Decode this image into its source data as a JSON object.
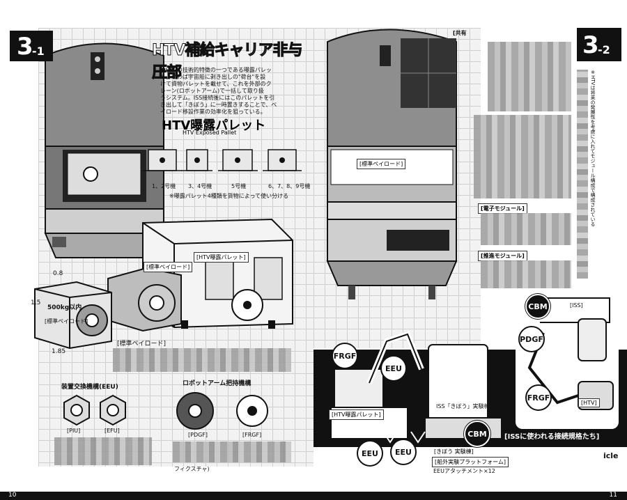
{
  "left_page": {
    "tab_number": "3",
    "tab_suffix": "-1",
    "heading": "HTV補給キャリア非与圧部",
    "intro_lines": [
      "■HTVの技術的特徴の一つである曝露パレッ",
      "ト。いわば宇宙船に剥き出しの\"荷台\"を設",
      "けて資物パレットを載せて、これを外部のク",
      "レーン(ロボットアーム)で一括して取り扱",
      "うシステム。ISS接続後にはこのパレットを引",
      "き出して「きぼう」に一時置きすることで、ベ",
      "イロード移設作業の効率化を狙っている。"
    ],
    "pallet_title": "HTV曝露パレット",
    "pallet_subtitle": "HTV Exposed Pallet",
    "pallet_variants": [
      "1、2号機",
      "3、4号機",
      "5号機",
      "6、7、8、9号機"
    ],
    "pallet_note": "※曝露パレット4種類を貨物によって使い分ける",
    "pallet_label": "[HTV曝露パレット]",
    "payload_label_small": "[標準ペイロード]",
    "payload_box_weight": "500kg以内",
    "payload_box_label": "[標準ペイロード]",
    "dim_top": "0.8",
    "dim_side": "1.5",
    "dim_bottom": "1.85",
    "std_payload_heading": "[標準ペイロード]",
    "eeu_heading": "装置交換機構(EEU)",
    "eeu_items": [
      "[PIU]",
      "[EFU]"
    ],
    "grapple_heading": "ロボットアーム把持機構",
    "grapple_items": [
      "[PDGF]",
      "[FRGF]"
    ],
    "fixture_caption": "フィクスチャ)",
    "page_number": "10"
  },
  "right_page": {
    "tab_number": "3",
    "tab_suffix": "-2",
    "shared_label": "[共有",
    "std_payload_label": "[標準ペイロード]",
    "electronics_module_label": "[電子モジュール]",
    "propulsion_module_label": "[推進モジュール]",
    "vertical_text": "※HTVは将来の発展性を考慮に入れてモジュール構成で構成されている",
    "standards_caption": "[ISSに使われる接続規格たち]",
    "diagram": {
      "cbm_label": "CBM",
      "iss_label": "[ISS]",
      "pdgf_label": "PDGF",
      "frgf_label": "FRGF",
      "htv_label": "[HTV]",
      "frgf_label_2": "FRGF",
      "eeu_label": "EEU",
      "pallet_label": "[HTV曝露パレット]",
      "kibo_module_label": "ISS「きぼう」実験棟",
      "cbm_label_2": "CBM",
      "eeu_label_2": "EEU",
      "eeu_label_3": "EEU",
      "kibo_caption": "[きぼう 実験棟]",
      "platform_caption": "[船外実験プラットフォーム]",
      "attachment_caption": "EEUアタッチメント×12"
    },
    "edge_text": "icle",
    "page_number": "11"
  }
}
